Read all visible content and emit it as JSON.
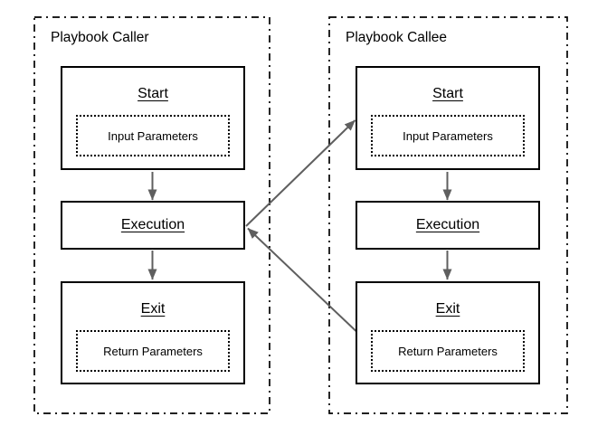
{
  "colors": {
    "box_border": "#000000",
    "arrow": "#5f5f5f",
    "background": "#ffffff"
  },
  "lanes": [
    {
      "title": "Playbook Caller",
      "nodes": {
        "start": {
          "heading": "Start",
          "param": "Input Parameters"
        },
        "execution": {
          "heading": "Execution"
        },
        "exit": {
          "heading": "Exit",
          "param": "Return Parameters"
        }
      }
    },
    {
      "title": "Playbook Callee",
      "nodes": {
        "start": {
          "heading": "Start",
          "param": "Input Parameters"
        },
        "execution": {
          "heading": "Execution"
        },
        "exit": {
          "heading": "Exit",
          "param": "Return Parameters"
        }
      }
    }
  ],
  "arrows": [
    {
      "name": "caller-start-to-execution"
    },
    {
      "name": "caller-execution-to-exit"
    },
    {
      "name": "callee-start-to-execution"
    },
    {
      "name": "callee-execution-to-exit"
    },
    {
      "name": "caller-execution-to-callee-start"
    },
    {
      "name": "callee-exit-to-caller-execution"
    }
  ]
}
